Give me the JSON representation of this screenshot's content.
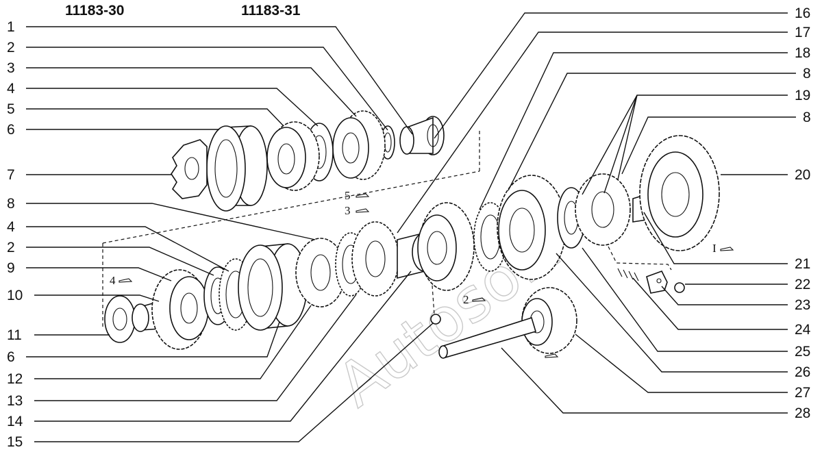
{
  "headers": {
    "left": "11183-30",
    "right": "11183-31"
  },
  "watermark": "Autosoft",
  "gear_labels": {
    "g5": "5",
    "g3": "3",
    "g4": "4",
    "g2": "2",
    "gR": "I"
  },
  "left_callouts": [
    "1",
    "2",
    "3",
    "4",
    "5",
    "6",
    "7",
    "8",
    "4",
    "2",
    "9",
    "10",
    "11",
    "6",
    "12",
    "13",
    "14",
    "15"
  ],
  "right_callouts": [
    "16",
    "17",
    "18",
    "8",
    "19",
    "8",
    "20",
    "21",
    "22",
    "23",
    "24",
    "25",
    "26",
    "27",
    "28"
  ]
}
